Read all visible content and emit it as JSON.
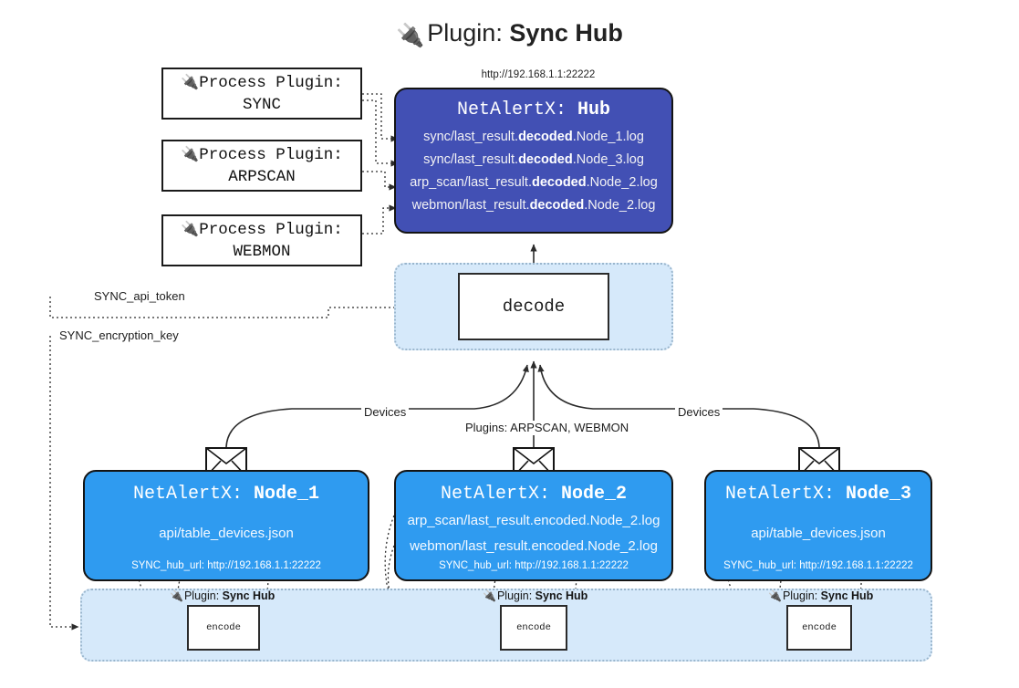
{
  "page": {
    "title_prefix": "Plugin:",
    "title_strong": "Sync Hub",
    "plug_icon": "🔌"
  },
  "process_plugins": [
    {
      "line1": "Process Plugin:",
      "line2": "SYNC"
    },
    {
      "line1": "Process Plugin:",
      "line2": "ARPSCAN"
    },
    {
      "line1": "Process Plugin:",
      "line2": "WEBMON"
    }
  ],
  "hub": {
    "url": "http://192.168.1.1:22222",
    "title_prefix": "NetAlertX:",
    "title_name": "Hub",
    "log_lines": [
      {
        "pre": "sync/last_result.",
        "mid": "decoded",
        "post": ".Node_1.log"
      },
      {
        "pre": "sync/last_result.",
        "mid": "decoded",
        "post": ".Node_3.log"
      },
      {
        "pre": "arp_scan/last_result.",
        "mid": "decoded",
        "post": ".Node_2.log"
      },
      {
        "pre": "webmon/last_result.",
        "mid": "decoded",
        "post": ".Node_2.log"
      }
    ]
  },
  "decode": {
    "label": "decode"
  },
  "settings_edges": [
    {
      "label": "SYNC_api_token"
    },
    {
      "label": "SYNC_encryption_key"
    }
  ],
  "edge_labels": {
    "devices_left": "Devices",
    "devices_right": "Devices",
    "plugins_center": "Plugins: ARPSCAN, WEBMON"
  },
  "nodes": [
    {
      "title_prefix": "NetAlertX:",
      "title_name": "Node_1",
      "lines": [
        "api/table_devices.json"
      ],
      "footer": "SYNC_hub_url: http://192.168.1.1:22222"
    },
    {
      "title_prefix": "NetAlertX:",
      "title_name": "Node_2",
      "lines": [
        "arp_scan/last_result.encoded.Node_2.log",
        "webmon/last_result.encoded.Node_2.log"
      ],
      "footer": "SYNC_hub_url: http://192.168.1.1:22222"
    },
    {
      "title_prefix": "NetAlertX:",
      "title_name": "Node_3",
      "lines": [
        "api/table_devices.json"
      ],
      "footer": "SYNC_hub_url: http://192.168.1.1:22222"
    }
  ],
  "encoders": [
    {
      "plugin_prefix": "Plugin:",
      "plugin_name": "Sync Hub",
      "label": "encode"
    },
    {
      "plugin_prefix": "Plugin:",
      "plugin_name": "Sync Hub",
      "label": "encode"
    },
    {
      "plugin_prefix": "Plugin:",
      "plugin_name": "Sync Hub",
      "label": "encode"
    }
  ],
  "colors": {
    "hub_fill": "#4250b4",
    "node_fill": "#2f9bf0",
    "container_fill": "#d6e9fa",
    "stroke": "#141414"
  }
}
